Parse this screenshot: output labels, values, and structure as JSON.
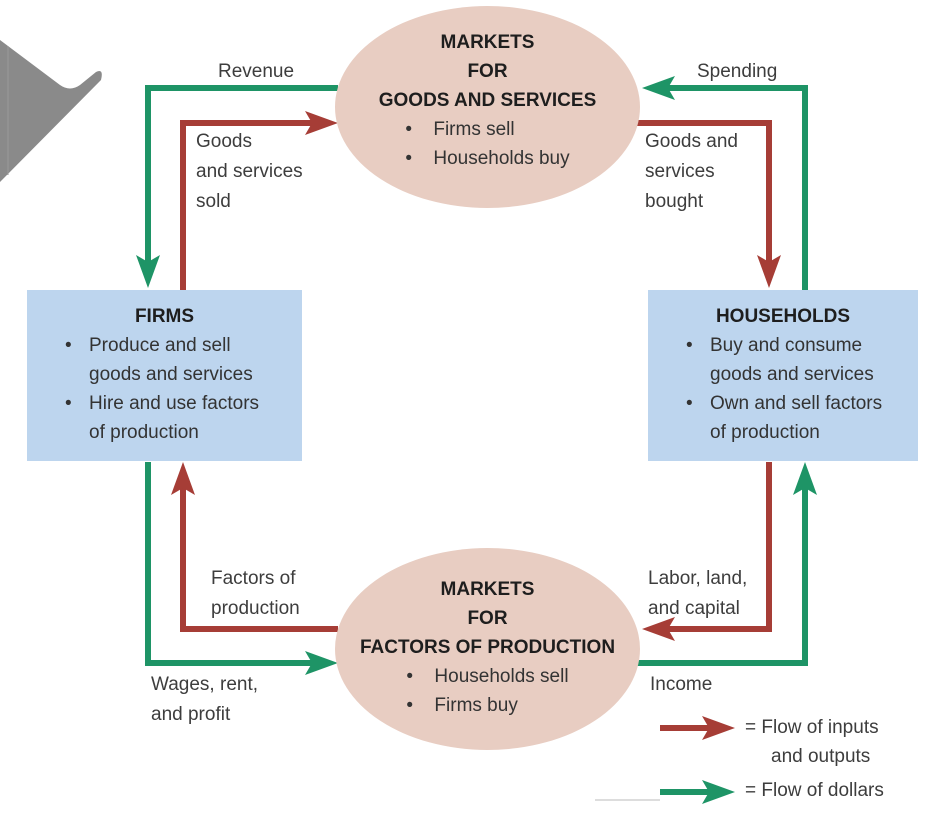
{
  "colors": {
    "input_flow": "#a63d36",
    "dollar_flow": "#1e9466",
    "market_fill": "#e8cdc2",
    "agent_fill": "#bdd5ee",
    "cursor_fill": "#8a8a8a"
  },
  "markets_goods": {
    "title_lines": [
      "MARKETS",
      "FOR",
      "GOODS AND SERVICES"
    ],
    "bullets": [
      "Firms sell",
      "Households buy"
    ]
  },
  "markets_factors": {
    "title_lines": [
      "MARKETS",
      "FOR",
      "FACTORS OF PRODUCTION"
    ],
    "bullets": [
      "Households sell",
      "Firms buy"
    ]
  },
  "firms": {
    "title": "FIRMS",
    "bullets": [
      {
        "line1": "Produce and sell",
        "line2": "goods and services"
      },
      {
        "line1": "Hire and use factors",
        "line2": "of production"
      }
    ]
  },
  "households": {
    "title": "HOUSEHOLDS",
    "bullets": [
      {
        "line1": "Buy and consume",
        "line2": "goods and services"
      },
      {
        "line1": "Own and sell factors",
        "line2": "of production"
      }
    ]
  },
  "flow_labels": {
    "revenue": "Revenue",
    "spending": "Spending",
    "goods_sold": [
      "Goods",
      "and services",
      "sold"
    ],
    "goods_bought": [
      "Goods and",
      "services",
      "bought"
    ],
    "factors_of_production": [
      "Factors of",
      "production"
    ],
    "labor_land_capital": [
      "Labor, land,",
      "and capital"
    ],
    "wages_rent_profit": [
      "Wages, rent,",
      "and profit"
    ],
    "income": "Income"
  },
  "legend": {
    "inputs_outputs": [
      "= Flow of inputs",
      "and outputs"
    ],
    "dollars": "= Flow of dollars"
  },
  "bullet_glyph": "•",
  "icons": {
    "cursor": "cursor-arrow-icon"
  }
}
